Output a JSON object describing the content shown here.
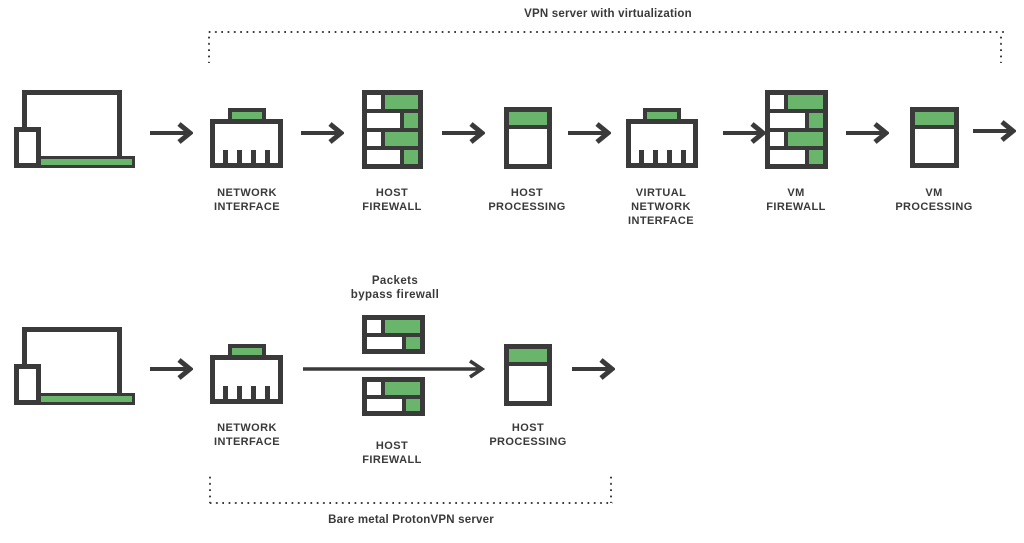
{
  "title": "ProtonVPN server architecture comparison diagram",
  "colors": {
    "ink": "#3a3a3a",
    "green": "#6ab56c",
    "bg": "#ffffff"
  },
  "top_flow": {
    "bracket_label": "VPN server with virtualization",
    "node_labels": {
      "network_interface": [
        "NETWORK",
        "INTERFACE"
      ],
      "host_firewall": [
        "HOST",
        "FIREWALL"
      ],
      "host_processing": [
        "HOST",
        "PROCESSING"
      ],
      "virtual_network_interface": [
        "VIRTUAL",
        "NETWORK",
        "INTERFACE"
      ],
      "vm_firewall": [
        "VM",
        "FIREWALL"
      ],
      "vm_processing": [
        "VM",
        "PROCESSING"
      ]
    },
    "sequence": [
      "client-laptop",
      "network-interface",
      "host-firewall",
      "host-processing",
      "virtual-network-interface",
      "vm-firewall",
      "vm-processing"
    ]
  },
  "bottom_flow": {
    "bracket_label": "Bare metal ProtonVPN server",
    "bypass_annotation": [
      "Packets",
      "bypass firewall"
    ],
    "node_labels": {
      "network_interface": [
        "NETWORK",
        "INTERFACE"
      ],
      "host_firewall": [
        "HOST",
        "FIREWALL"
      ],
      "host_processing": [
        "HOST",
        "PROCESSING"
      ]
    },
    "sequence": [
      "client-laptop",
      "network-interface",
      "bypass-arrow-through-split-firewall",
      "host-processing"
    ]
  },
  "icons": {
    "laptop": "laptop-icon",
    "network_interface": "ethernet-port-icon",
    "firewall": "brick-wall-icon",
    "processing": "server-box-icon",
    "arrow": "arrow-right-icon"
  }
}
